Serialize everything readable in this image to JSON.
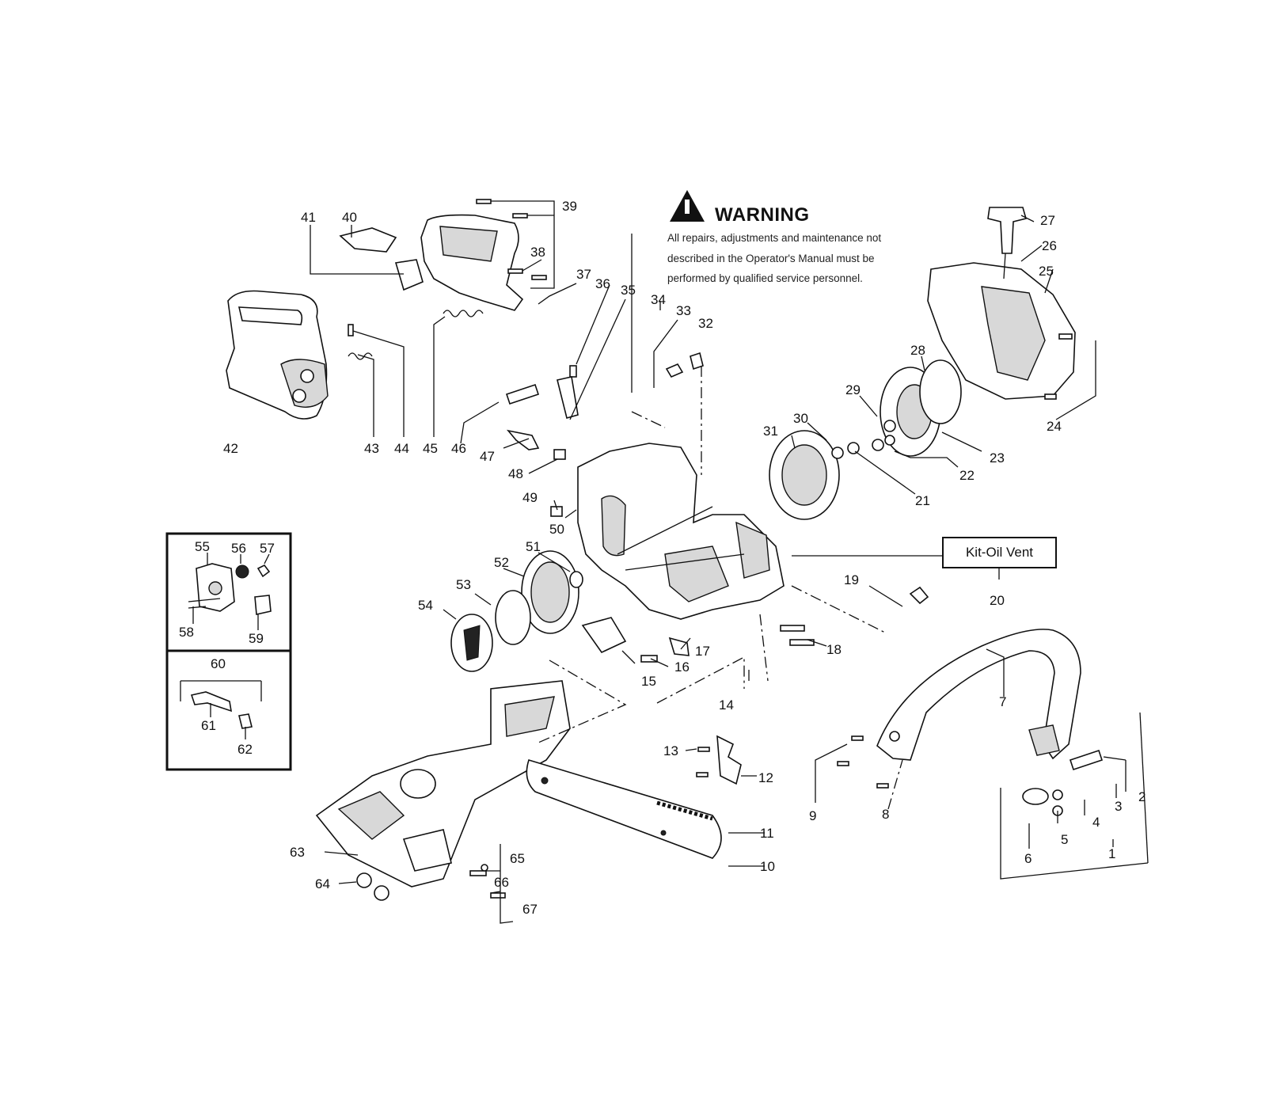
{
  "warning": {
    "title": "WARNING",
    "lines": [
      "All repairs, adjustments and maintenance not",
      "described in the Operator's Manual must be",
      "performed by qualified  service personnel."
    ]
  },
  "kit_label": "Kit-Oil Vent",
  "part_numbers": [
    "1",
    "2",
    "3",
    "4",
    "5",
    "6",
    "7",
    "8",
    "9",
    "10",
    "11",
    "12",
    "13",
    "14",
    "15",
    "16",
    "17",
    "18",
    "19",
    "20",
    "21",
    "22",
    "23",
    "24",
    "25",
    "26",
    "27",
    "28",
    "29",
    "30",
    "31",
    "32",
    "33",
    "34",
    "35",
    "36",
    "37",
    "38",
    "39",
    "40",
    "41",
    "42",
    "43",
    "44",
    "45",
    "46",
    "47",
    "48",
    "49",
    "50",
    "51",
    "52",
    "53",
    "54",
    "55",
    "56",
    "57",
    "58",
    "59",
    "60",
    "61",
    "62",
    "63",
    "64",
    "65",
    "66",
    "67"
  ]
}
